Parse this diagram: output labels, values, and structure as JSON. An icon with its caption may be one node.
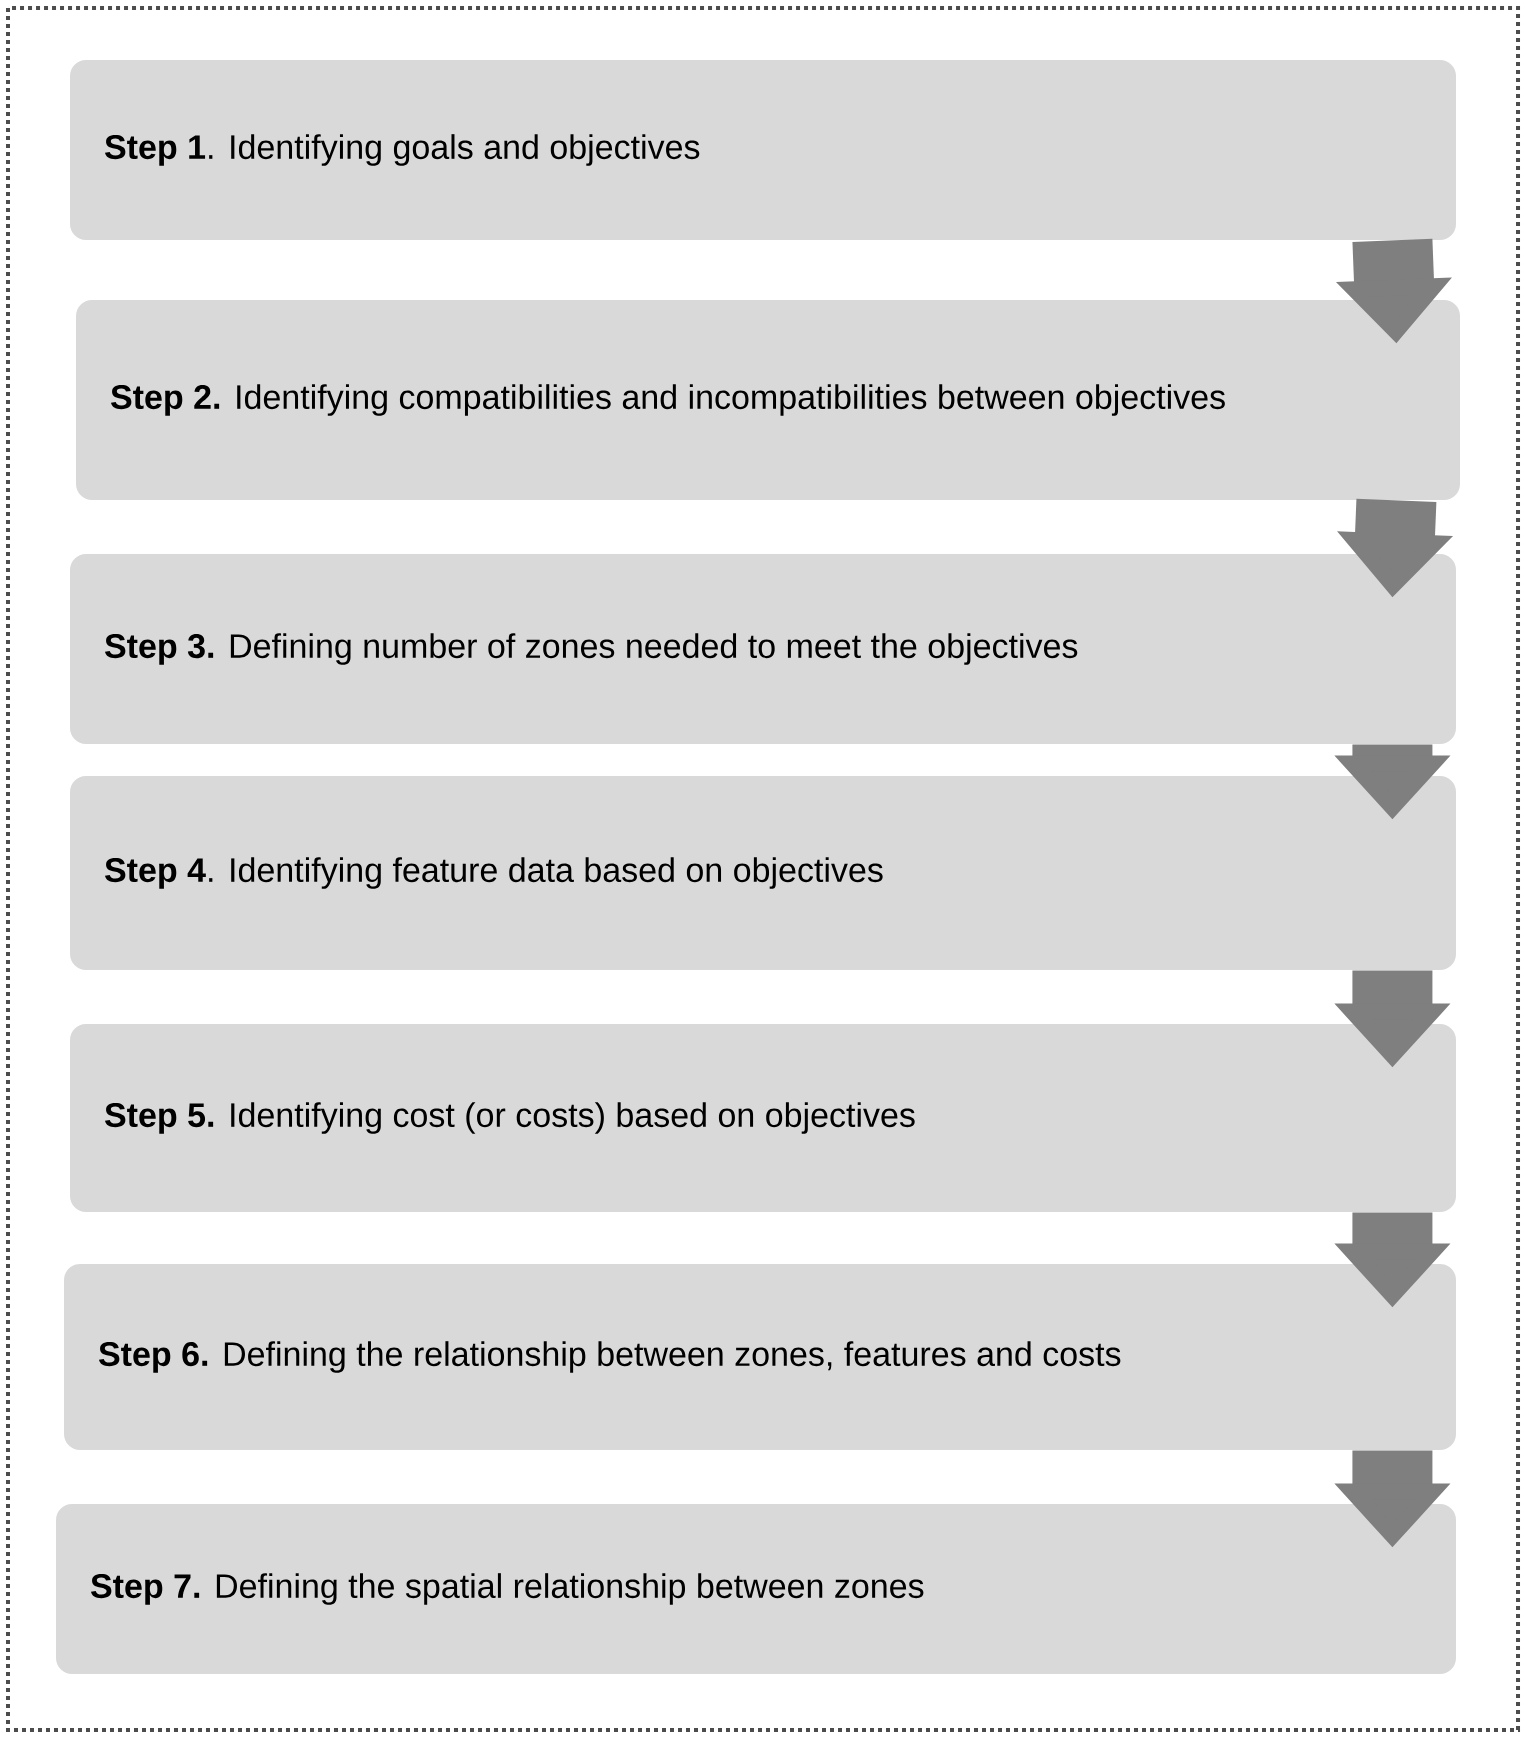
{
  "diagram": {
    "nodes": [
      {
        "text": [
          "**Step 1**. Identifying goals and objectives"
        ]
      },
      {
        "text": [
          "**Step 2.** Identifying compatibilities and incompatibilities between objectives"
        ]
      },
      {
        "text": [
          "**Step 3.** Defining number of zones needed to meet the objectives"
        ]
      },
      {
        "text": [
          "**Step 4**. Identifying feature data based on objectives"
        ]
      },
      {
        "text": [
          "**Step 5.** Identifying cost (or costs) based on objectives"
        ]
      },
      {
        "text": [
          "**Step 6.** Defining the relationship between zones, features and costs"
        ]
      },
      {
        "text": [
          "**Step 7.** Defining the spatial relationship between zones"
        ]
      }
    ],
    "edges": [
      {
        "from": 0,
        "to": 1,
        "arrow": "to"
      },
      {
        "from": 1,
        "to": 2,
        "arrow": "to"
      },
      {
        "from": 2,
        "to": 3,
        "arrow": "to"
      },
      {
        "from": 3,
        "to": 4,
        "arrow": "to"
      },
      {
        "from": 4,
        "to": 5,
        "arrow": "to"
      },
      {
        "from": 5,
        "to": 6,
        "arrow": "to"
      }
    ]
  }
}
